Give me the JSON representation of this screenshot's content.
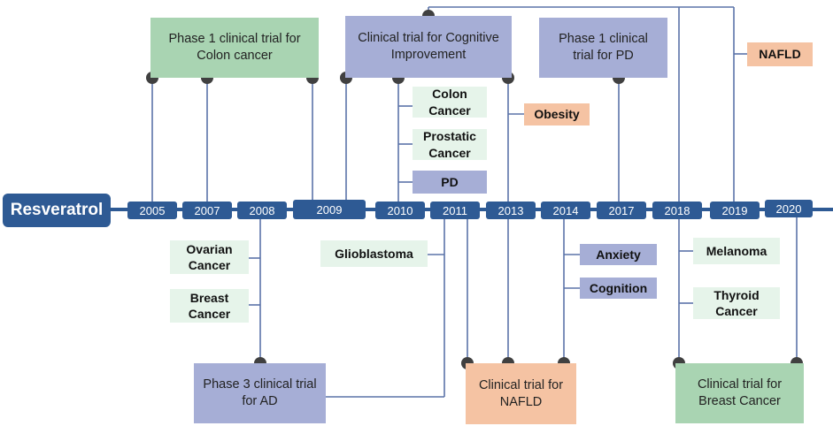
{
  "title": "Resveratrol",
  "years": [
    "2005",
    "2007",
    "2008",
    "2009",
    "2010",
    "2011",
    "2013",
    "2014",
    "2017",
    "2018",
    "2019",
    "2020"
  ],
  "trials": {
    "phase1_colon": "Phase 1 clinical trial for\nColon cancer",
    "cognitive": "Clinical trial for Cognitive\nImprovement",
    "phase1_pd": "Phase 1 clinical\ntrial for PD",
    "phase3_ad": "Phase 3 clinical trial\nfor AD",
    "nafld_trial": "Clinical trial for\nNAFLD",
    "breast_trial": "Clinical trial for\nBreast Cancer"
  },
  "tags": {
    "colon_cancer": "Colon\nCancer",
    "prostatic_cancer": "Prostatic\nCancer",
    "pd": "PD",
    "obesity": "Obesity",
    "nafld": "NAFLD",
    "ovarian_cancer": "Ovarian\nCancer",
    "breast_cancer": "Breast\nCancer",
    "glioblastoma": "Glioblastoma",
    "anxiety": "Anxiety",
    "cognition": "Cognition",
    "melanoma": "Melanoma",
    "thyroid_cancer": "Thyroid\nCancer"
  },
  "colors": {
    "timeline": "#2e5a94",
    "connector": "#5b73a8",
    "dot": "#404040",
    "green": "#a9d4b2",
    "light_green": "#e6f4ea",
    "purple": "#a6aed6",
    "orange": "#f5c3a3"
  }
}
